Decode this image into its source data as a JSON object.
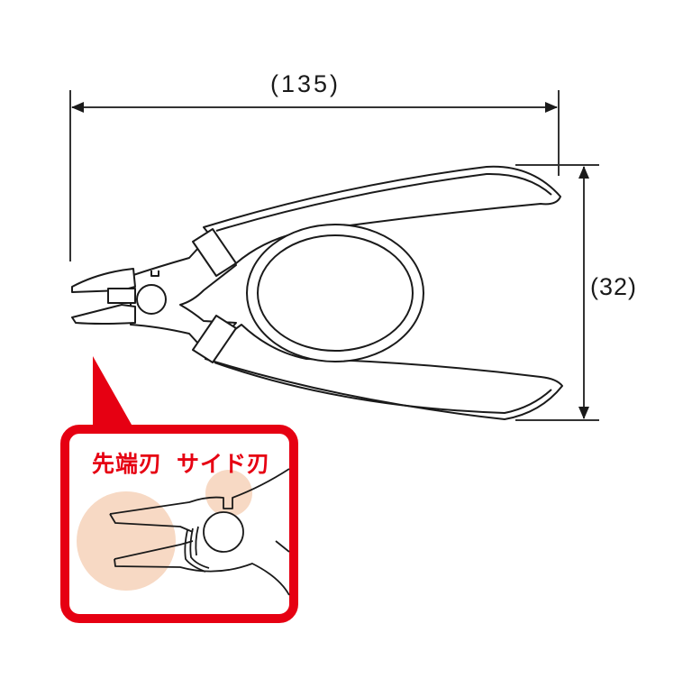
{
  "diagram": {
    "subject": "pliers / side cutter nippers outline drawing",
    "dimensions": {
      "overall_length_label": "(135)",
      "overall_length_value": 135,
      "width_label": "(32)",
      "width_value": 32
    },
    "callout": {
      "blade_tip_label": "先端刃",
      "blade_side_label": "サイド刃",
      "colors": {
        "frame": "#E60012",
        "highlight": "#F7D9C4"
      }
    },
    "colors": {
      "outline": "#1a1a1a",
      "background": "#FFFFFF"
    }
  }
}
